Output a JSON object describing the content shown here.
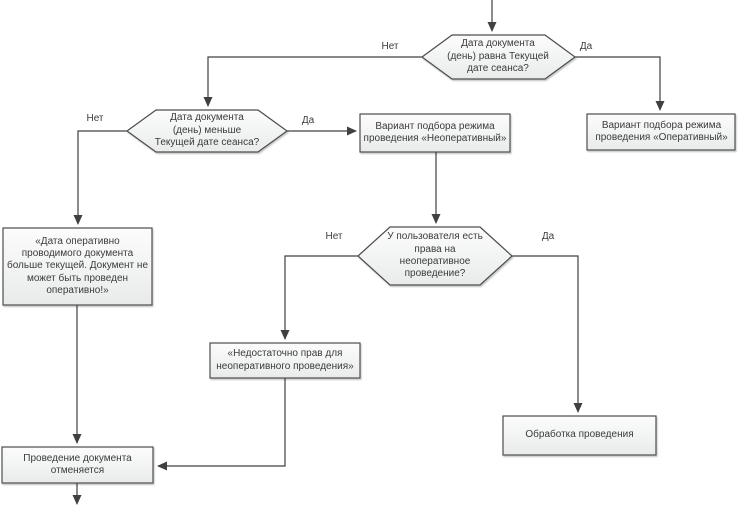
{
  "diagram": {
    "type": "flowchart",
    "language": "ru",
    "colors": {
      "shape_stroke": "#404040",
      "shape_fill_top": "#fcfcfc",
      "shape_fill_bottom": "#e9ebeb",
      "connector": "#404040",
      "text": "#3b3b3b",
      "background": "#ffffff"
    },
    "nodes": [
      {
        "id": "decision-date-equal",
        "type": "decision",
        "label": "Дата документа\n(день) равна Текущей\nдате сеанса?"
      },
      {
        "id": "box-operational",
        "type": "process",
        "label": "Вариант подбора режима\nпроведения «Оперативный»"
      },
      {
        "id": "decision-date-less",
        "type": "decision",
        "label": "Дата документа\n(день) меньше\nТекущей дате сеанса?"
      },
      {
        "id": "box-nonoperational",
        "type": "process",
        "label": "Вариант подбора режима\nпроведения «Неоперативный»"
      },
      {
        "id": "box-error-date",
        "type": "process",
        "label": "«Дата оперативно\nпроводимого документа\nбольше текущей. Документ не\nможет быть проведен\nоперативно!»"
      },
      {
        "id": "decision-rights",
        "type": "decision",
        "label": "У пользователя есть\nправа на\nнеоперативное\nпроведение?"
      },
      {
        "id": "box-no-rights",
        "type": "process",
        "label": "«Недостаточно прав для\nнеоперативного проведения»"
      },
      {
        "id": "box-processing",
        "type": "process",
        "label": "Обработка проведения"
      },
      {
        "id": "box-cancel",
        "type": "process",
        "label": "Проведение документа\nотменяется"
      }
    ],
    "edges": [
      {
        "from": "decision-date-equal",
        "to": "decision-date-less",
        "label": "Нет"
      },
      {
        "from": "decision-date-equal",
        "to": "box-operational",
        "label": "Да"
      },
      {
        "from": "decision-date-less",
        "to": "box-error-date",
        "label": "Нет"
      },
      {
        "from": "decision-date-less",
        "to": "box-nonoperational",
        "label": "Да"
      },
      {
        "from": "decision-rights",
        "to": "box-no-rights",
        "label": "Нет"
      },
      {
        "from": "decision-rights",
        "to": "box-processing",
        "label": "Да"
      },
      {
        "from": "start",
        "to": "decision-date-equal",
        "label": ""
      },
      {
        "from": "box-nonoperational",
        "to": "decision-rights",
        "label": ""
      },
      {
        "from": "box-error-date",
        "to": "box-cancel",
        "label": ""
      },
      {
        "from": "box-no-rights",
        "to": "box-cancel",
        "label": ""
      },
      {
        "from": "box-cancel",
        "to": "off-page",
        "label": ""
      }
    ]
  }
}
